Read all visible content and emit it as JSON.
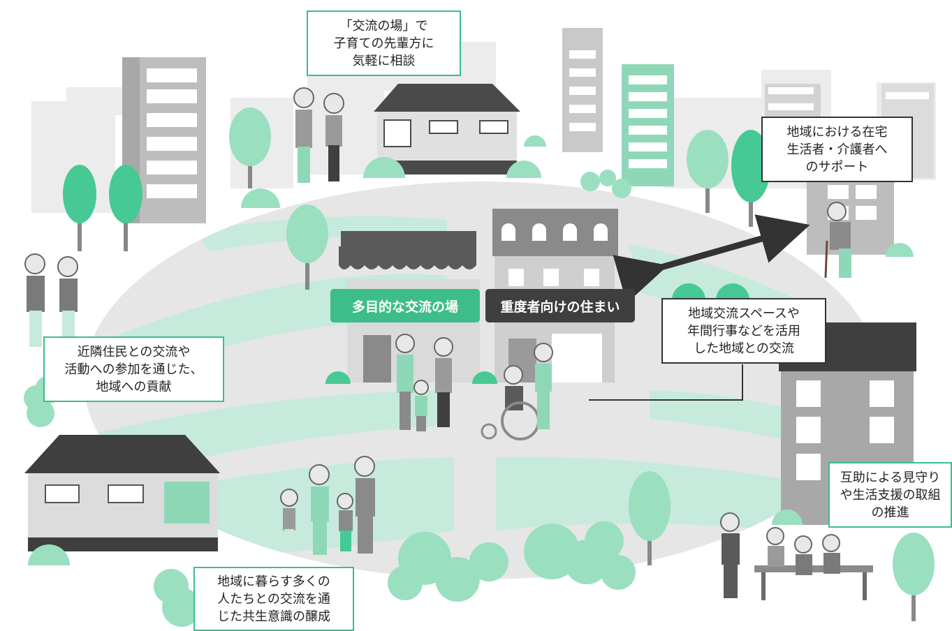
{
  "signs": {
    "multipurpose": "多目的な交流の場",
    "housing": "重度者向けの住まい"
  },
  "callouts": {
    "childcare": "「交流の場」で\n子育ての先輩方に\n気軽に相談",
    "home_support": "地域における在宅\n生活者・介護者へ\nのサポート",
    "community_space": "地域交流スペースや\n年間行事などを活用\nした地域との交流",
    "neighbors": "近隣住民との交流や\n活動への参加を通じた、\n地域への貢献",
    "mutual_aid": "互助による見守り\nや生活支援の取組\nの推進",
    "coexistence": "地域に暮らす多くの\n人たちとの交流を通\nじた共生意識の醸成"
  },
  "colors": {
    "accent_green": "#3dbd8a",
    "light_green": "#c6eadb",
    "dark_gray": "#3f3f3f",
    "mid_gray": "#9a9a9a",
    "light_gray": "#e2e2e2"
  }
}
